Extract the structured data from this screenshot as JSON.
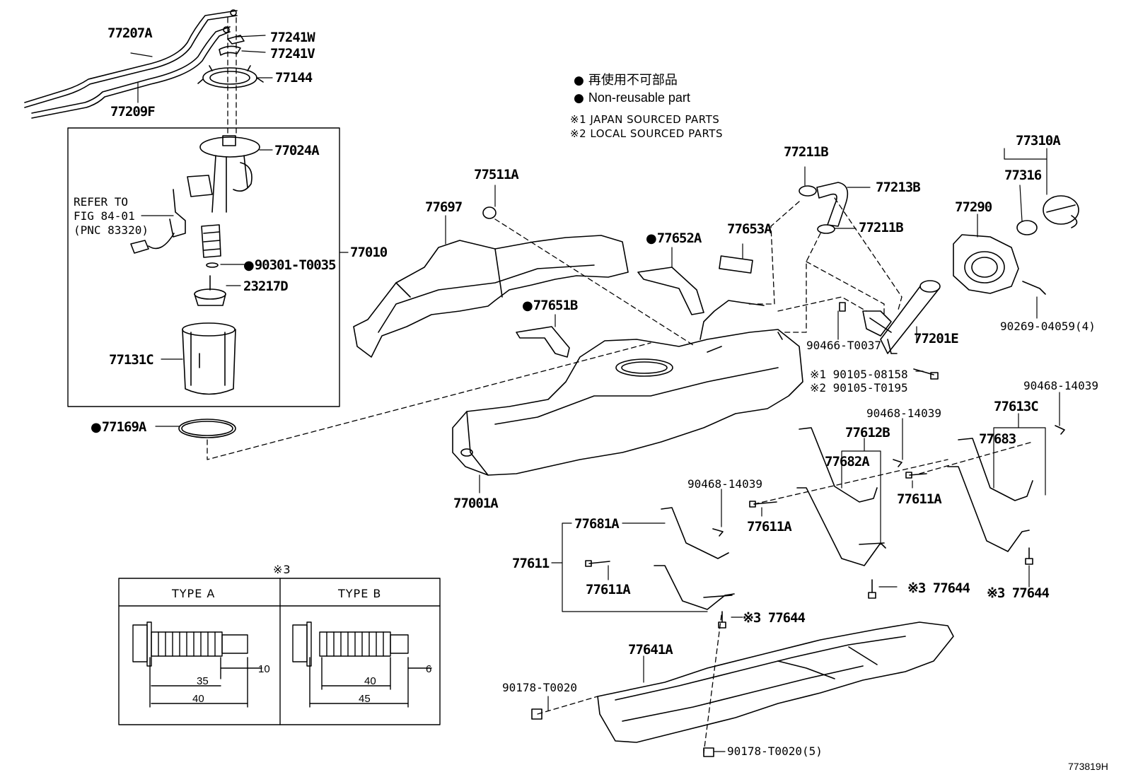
{
  "legend": {
    "non_reusable_jp": "再使用不可部品",
    "non_reusable_en": "Non-reusable part",
    "note1": "※1 JAPAN SOURCED PARTS",
    "note2": "※2 LOCAL SOURCED PARTS"
  },
  "parts": {
    "p77207A": "77207A",
    "p77209F": "77209F",
    "p77241W": "77241W",
    "p77241V": "77241V",
    "p77144": "77144",
    "p77024A": "77024A",
    "refer1": "REFER TO",
    "refer2": "FIG 84-01",
    "refer3": "(PNC 83320)",
    "p77010": "77010",
    "p90301": "90301-T0035",
    "p23217D": "23217D",
    "p77131C": "77131C",
    "p77169A": "77169A",
    "p77511A": "77511A",
    "p77697": "77697",
    "p77652A": "77652A",
    "p77653A": "77653A",
    "p77651B": "77651B",
    "p77211B_top": "77211B",
    "p77213B": "77213B",
    "p77211B_bot": "77211B",
    "p77310A": "77310A",
    "p77316": "77316",
    "p77290": "77290",
    "p90466": "90466-T0037",
    "p77201E": "77201E",
    "p90269": "90269-04059(4)",
    "p90105a": "※1 90105-08158",
    "p90105b": "※2 90105-T0195",
    "p90468_right": "90468-14039",
    "p77613C": "77613C",
    "p90468_mid": "90468-14039",
    "p77612B": "77612B",
    "p77683": "77683",
    "p77682A": "77682A",
    "p77611A_r": "77611A",
    "p77001A": "77001A",
    "p90468_low": "90468-14039",
    "p77611A_m": "77611A",
    "p77681A": "77681A",
    "p77611": "77611",
    "p77611A_l": "77611A",
    "p77644_m": "※3 77644",
    "p77644_r": "※3 77644",
    "p77644_l": "※3 77644",
    "p77641A": "77641A",
    "p90178a": "90178-T0020",
    "p90178b": "90178-T0020(5)"
  },
  "inset": {
    "note": "※3",
    "type_a": "TYPE A",
    "type_b": "TYPE B",
    "a_dim_10": "10",
    "a_dim_35": "35",
    "a_dim_40": "40",
    "b_dim_6": "6",
    "b_dim_40": "40",
    "b_dim_45": "45"
  },
  "figure_number": "773819H"
}
